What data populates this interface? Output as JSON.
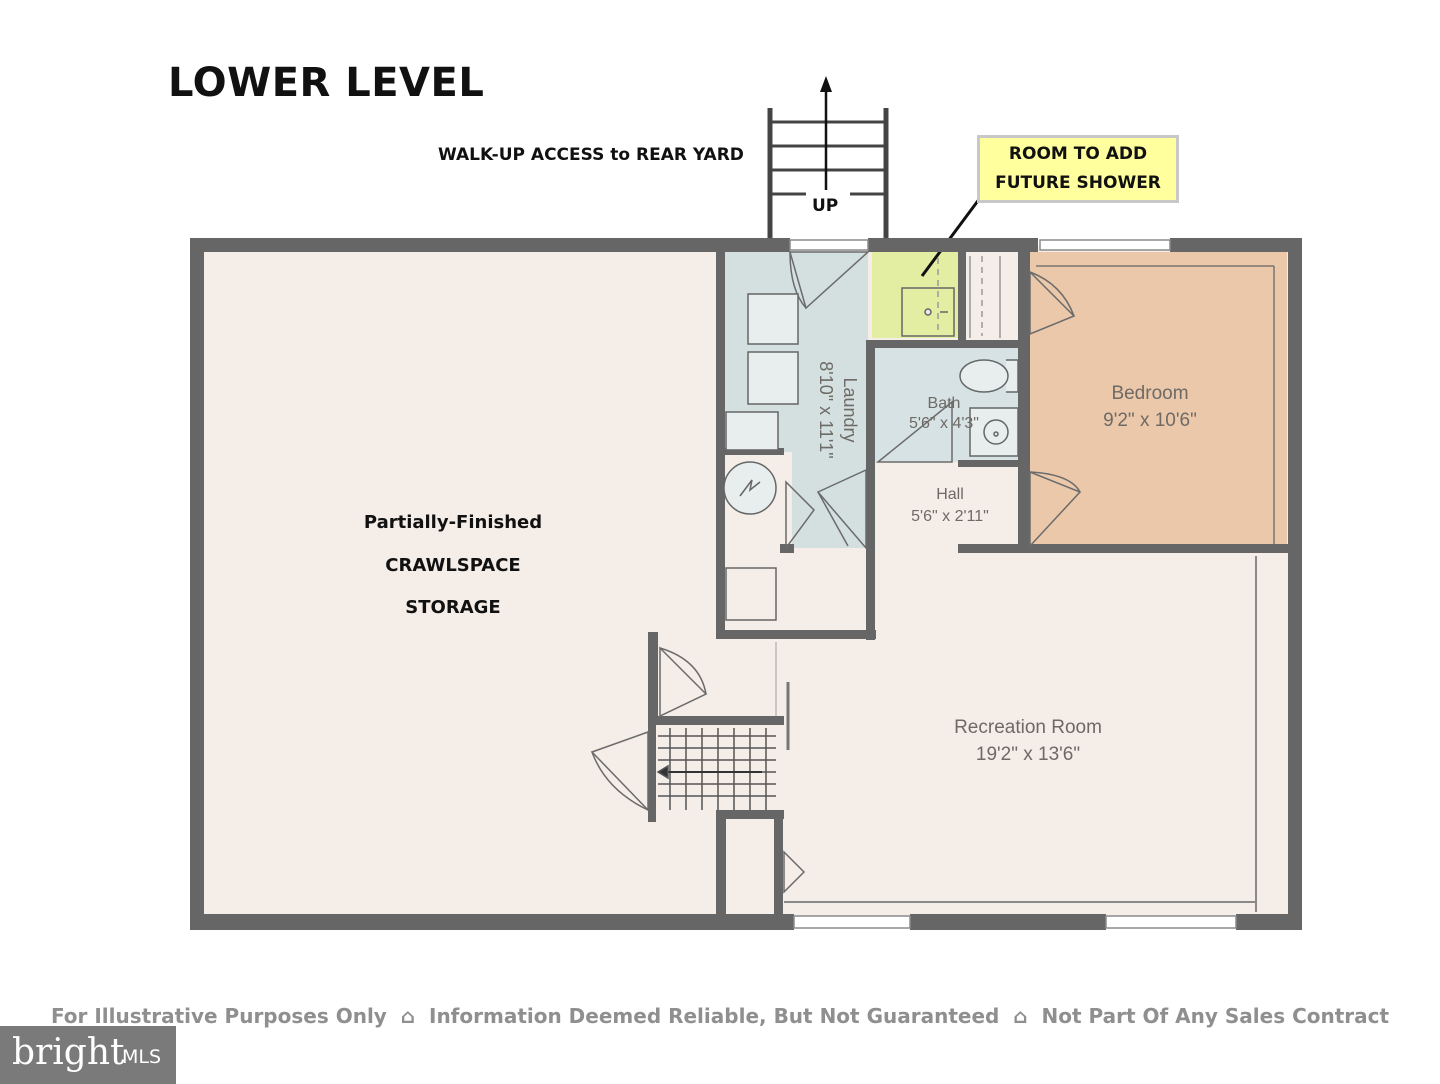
{
  "title": "LOWER LEVEL",
  "walkup_label": "WALK-UP ACCESS to REAR YARD",
  "stair_label": "UP",
  "note": {
    "line1": "ROOM TO ADD",
    "line2": "FUTURE SHOWER"
  },
  "rooms": {
    "laundry": {
      "name": "Laundry",
      "dims": "8'10\" x 11'1\""
    },
    "bath": {
      "name": "Bath",
      "dims": "5'6\" x 4'3\""
    },
    "bedroom": {
      "name": "Bedroom",
      "dims": "9'2\" x 10'6\""
    },
    "hall": {
      "name": "Hall",
      "dims": "5'6\" x 2'11\""
    },
    "recreation": {
      "name": "Recreation Room",
      "dims": "19'2\" x 13'6\""
    }
  },
  "crawlspace": {
    "line1": "Partially-Finished",
    "line2": "CRAWLSPACE",
    "line3": "STORAGE"
  },
  "footer": "For Illustrative Purposes Only  ⌂  Information Deemed Reliable, But Not Guaranteed  ⌂  Not Part Of Any Sales Contract",
  "logo": {
    "brand": "bright",
    "suffix": "MLS"
  },
  "colors": {
    "wall": "#666666",
    "floor": "#f4ede8",
    "laundry": "#d3e0df",
    "bath": "#d6e2e4",
    "bedroom": "#ebc8aa",
    "future_shower": "#e3eea3",
    "note_fill": "#ffff9e"
  }
}
